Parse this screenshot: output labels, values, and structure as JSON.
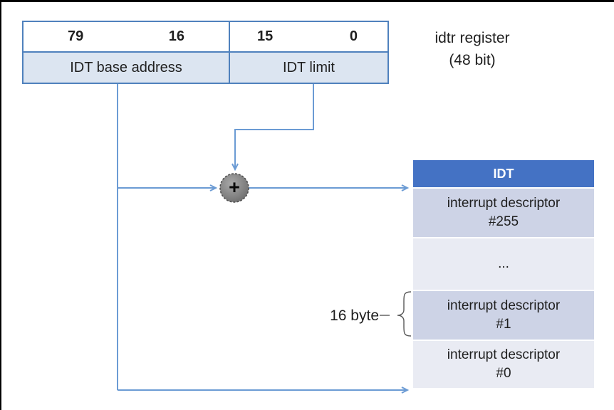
{
  "idtr": {
    "caption_line1": "idtr register",
    "caption_line2": "(48 bit)",
    "base": {
      "bit_high": "79",
      "bit_low": "16",
      "label": "IDT base address"
    },
    "limit": {
      "bit_high": "15",
      "bit_low": "0",
      "label": "IDT limit"
    }
  },
  "adder": {
    "symbol": "+"
  },
  "idt": {
    "title": "IDT",
    "rows": [
      {
        "text": "interrupt descriptor",
        "index": "#255"
      },
      {
        "text": "...",
        "index": ""
      },
      {
        "text": "interrupt descriptor",
        "index": "#1"
      },
      {
        "text": "interrupt descriptor",
        "index": "#0"
      }
    ]
  },
  "annotations": {
    "entry_size": "16 byte"
  },
  "colors": {
    "accent_blue": "#4472C4",
    "line_blue": "#6B9BD4",
    "register_border": "#4F81BD",
    "register_fill": "#DCE5F1",
    "row_dark": "#CDD3E6",
    "row_light": "#E9EBF3",
    "text_dark": "#1F1F1F"
  }
}
